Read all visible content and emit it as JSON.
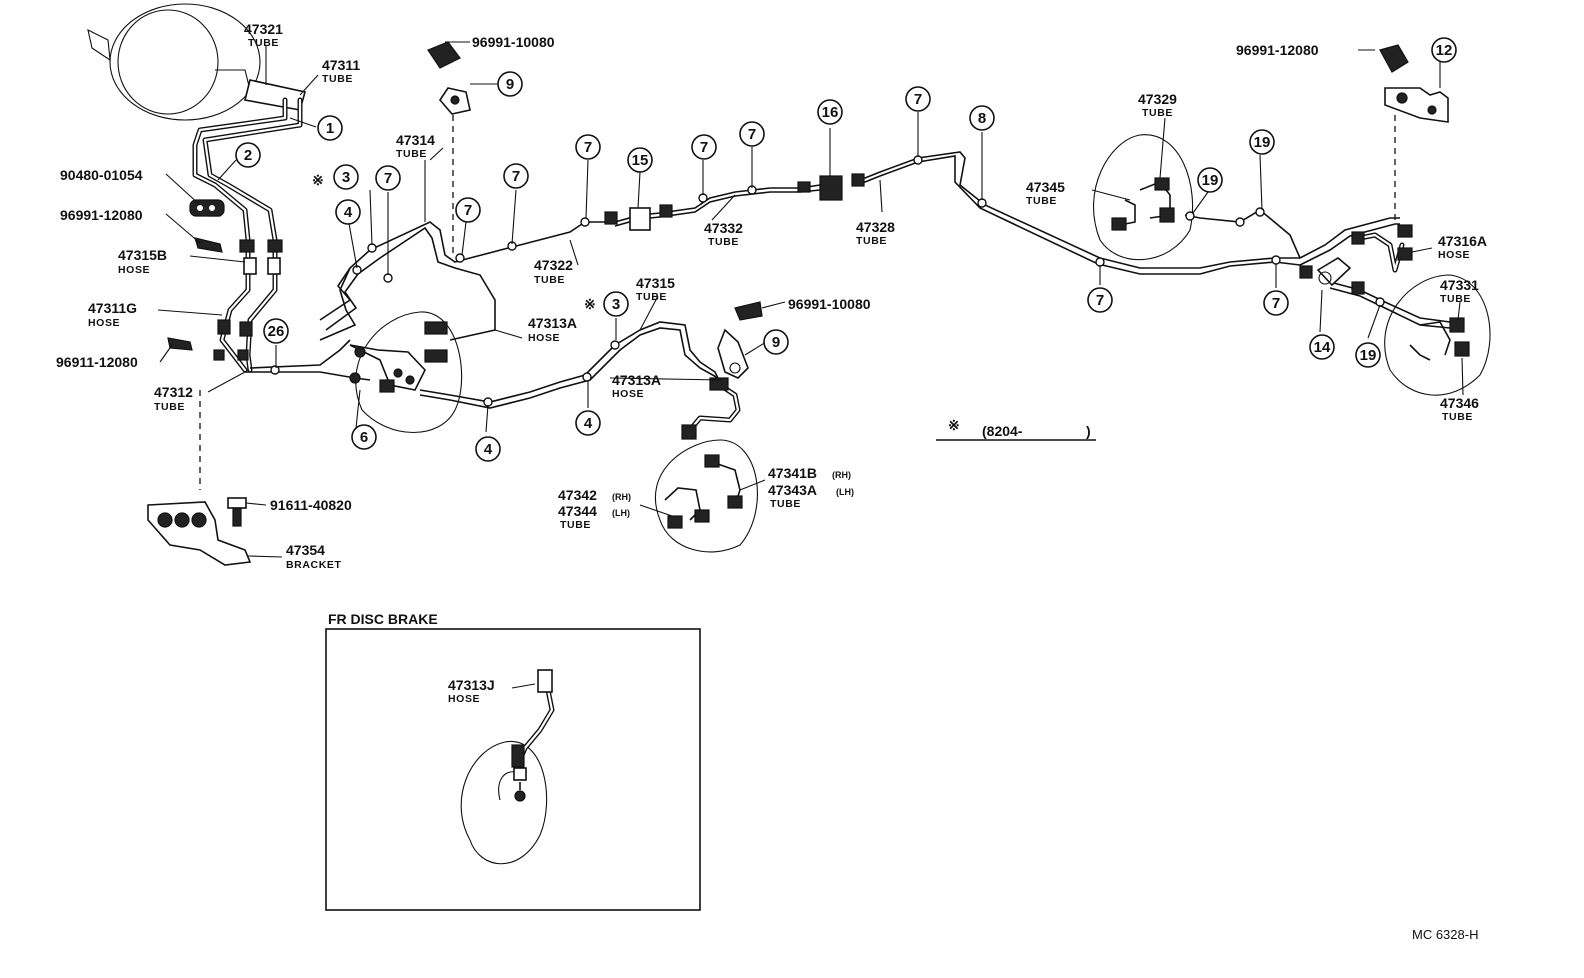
{
  "parts": {
    "p47321": {
      "num": "47321",
      "type": "TUBE"
    },
    "p47311": {
      "num": "47311",
      "type": "TUBE"
    },
    "p90480": {
      "num": "90480-01054"
    },
    "p96991a": {
      "num": "96991-12080"
    },
    "p47315b": {
      "num": "47315B",
      "type": "HOSE"
    },
    "p47311g": {
      "num": "47311G",
      "type": "HOSE"
    },
    "p96911": {
      "num": "96911-12080"
    },
    "p47312": {
      "num": "47312",
      "type": "TUBE"
    },
    "p91611": {
      "num": "91611-40820"
    },
    "p47354": {
      "num": "47354",
      "type": "BRACKET"
    },
    "p96991top": {
      "num": "96991-10080"
    },
    "p47314": {
      "num": "47314",
      "type": "TUBE"
    },
    "p47322": {
      "num": "47322",
      "type": "TUBE"
    },
    "p47332": {
      "num": "47332",
      "type": "TUBE"
    },
    "p47328": {
      "num": "47328",
      "type": "TUBE"
    },
    "p47313a1": {
      "num": "47313A",
      "type": "HOSE"
    },
    "p47315": {
      "num": "47315",
      "type": "TUBE"
    },
    "p96991mid": {
      "num": "96991-10080"
    },
    "p47313a2": {
      "num": "47313A",
      "type": "HOSE"
    },
    "p47341b": {
      "num": "47341B",
      "side": "(RH)"
    },
    "p47343a": {
      "num": "47343A",
      "side": "(LH)",
      "type": "TUBE"
    },
    "p47342": {
      "num": "47342",
      "side": "(RH)"
    },
    "p47344": {
      "num": "47344",
      "side": "(LH)",
      "type": "TUBE"
    },
    "p96991right": {
      "num": "96991-12080"
    },
    "p47329": {
      "num": "47329",
      "type": "TUBE"
    },
    "p47345": {
      "num": "47345",
      "type": "TUBE"
    },
    "p47316a": {
      "num": "47316A",
      "type": "HOSE"
    },
    "p47331": {
      "num": "47331",
      "type": "TUBE"
    },
    "p47346": {
      "num": "47346",
      "type": "TUBE"
    },
    "p47313j": {
      "num": "47313J",
      "type": "HOSE"
    }
  },
  "callouts": {
    "c1": "1",
    "c2": "2",
    "c3a": "3",
    "c3b": "3",
    "c4a": "4",
    "c4b": "4",
    "c4c": "4",
    "c6": "6",
    "c7a": "7",
    "c7b": "7",
    "c7c": "7",
    "c7d": "7",
    "c7e": "7",
    "c7f": "7",
    "c7g": "7",
    "c7h": "7",
    "c7i": "7",
    "c8": "8",
    "c9a": "9",
    "c9b": "9",
    "c12": "12",
    "c14": "14",
    "c15": "15",
    "c16": "16",
    "c19a": "19",
    "c19b": "19",
    "c19c": "19",
    "c26": "26"
  },
  "marks": {
    "asterisk": "※"
  },
  "note": {
    "mark": "※",
    "text": "(8204-",
    "close": ")"
  },
  "inset": {
    "title": "FR DISC BRAKE"
  },
  "figure_code": "MC 6328-H"
}
